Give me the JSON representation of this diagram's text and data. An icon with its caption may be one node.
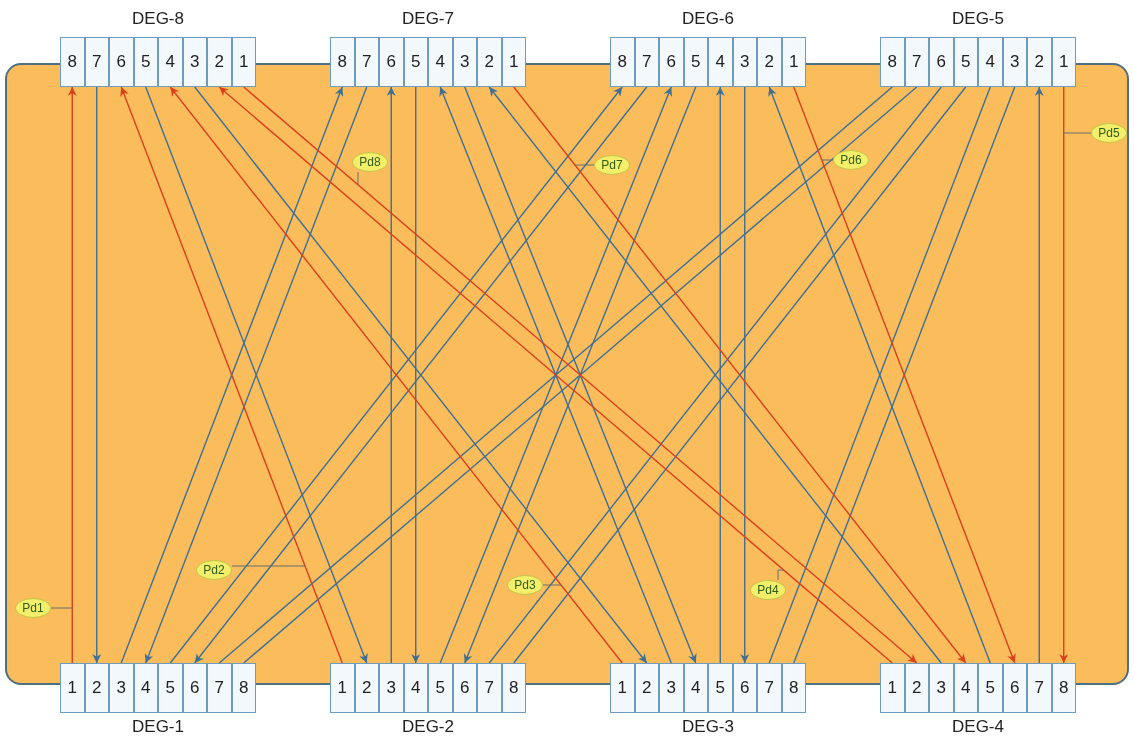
{
  "diagram": {
    "nodes": [
      {
        "text": [
          "DEG-8"
        ]
      },
      {
        "text": [
          "8"
        ],
        "in": 0
      },
      {
        "text": [
          "7"
        ],
        "in": 0
      },
      {
        "text": [
          "6"
        ],
        "in": 0
      },
      {
        "text": [
          "5"
        ],
        "in": 0
      },
      {
        "text": [
          "4"
        ],
        "in": 0
      },
      {
        "text": [
          "3"
        ],
        "in": 0
      },
      {
        "text": [
          "2"
        ],
        "in": 0
      },
      {
        "text": [
          "1"
        ],
        "in": 0
      },
      {
        "text": [
          "DEG-7"
        ]
      },
      {
        "text": [
          "8"
        ],
        "in": 9
      },
      {
        "text": [
          "7"
        ],
        "in": 9
      },
      {
        "text": [
          "6"
        ],
        "in": 9
      },
      {
        "text": [
          "5"
        ],
        "in": 9
      },
      {
        "text": [
          "4"
        ],
        "in": 9
      },
      {
        "text": [
          "3"
        ],
        "in": 9
      },
      {
        "text": [
          "2"
        ],
        "in": 9
      },
      {
        "text": [
          "1"
        ],
        "in": 9
      },
      {
        "text": [
          "DEG-6"
        ]
      },
      {
        "text": [
          "8"
        ],
        "in": 18
      },
      {
        "text": [
          "7"
        ],
        "in": 18
      },
      {
        "text": [
          "6"
        ],
        "in": 18
      },
      {
        "text": [
          "5"
        ],
        "in": 18
      },
      {
        "text": [
          "4"
        ],
        "in": 18
      },
      {
        "text": [
          "3"
        ],
        "in": 18
      },
      {
        "text": [
          "2"
        ],
        "in": 18
      },
      {
        "text": [
          "1"
        ],
        "in": 18
      },
      {
        "text": [
          "DEG-5"
        ]
      },
      {
        "text": [
          "8"
        ],
        "in": 27
      },
      {
        "text": [
          "7"
        ],
        "in": 27
      },
      {
        "text": [
          "6"
        ],
        "in": 27
      },
      {
        "text": [
          "5"
        ],
        "in": 27
      },
      {
        "text": [
          "4"
        ],
        "in": 27
      },
      {
        "text": [
          "3"
        ],
        "in": 27
      },
      {
        "text": [
          "2"
        ],
        "in": 27
      },
      {
        "text": [
          "1"
        ],
        "in": 27
      },
      {
        "text": [
          "Pd8"
        ]
      },
      {
        "text": [
          "Pd7"
        ]
      },
      {
        "text": [
          "Pd6"
        ]
      },
      {
        "text": [
          "Pd5"
        ]
      },
      {
        "text": [
          "Pd1"
        ]
      },
      {
        "text": [
          "Pd2"
        ]
      },
      {
        "text": [
          "Pd3"
        ]
      },
      {
        "text": [
          "Pd4"
        ]
      },
      {
        "text": [
          "DEG-1"
        ]
      },
      {
        "text": [
          "1"
        ],
        "in": 44
      },
      {
        "text": [
          "2"
        ],
        "in": 44
      },
      {
        "text": [
          "3"
        ],
        "in": 44
      },
      {
        "text": [
          "4"
        ],
        "in": 44
      },
      {
        "text": [
          "5"
        ],
        "in": 44
      },
      {
        "text": [
          "6"
        ],
        "in": 44
      },
      {
        "text": [
          "7"
        ],
        "in": 44
      },
      {
        "text": [
          "8"
        ],
        "in": 44
      },
      {
        "text": [
          "DEG-2"
        ]
      },
      {
        "text": [
          "1"
        ],
        "in": 53
      },
      {
        "text": [
          "2"
        ],
        "in": 53
      },
      {
        "text": [
          "3"
        ],
        "in": 53
      },
      {
        "text": [
          "4"
        ],
        "in": 53
      },
      {
        "text": [
          "5"
        ],
        "in": 53
      },
      {
        "text": [
          "6"
        ],
        "in": 53
      },
      {
        "text": [
          "7"
        ],
        "in": 53
      },
      {
        "text": [
          "8"
        ],
        "in": 53
      },
      {
        "text": [
          "DEG-3"
        ]
      },
      {
        "text": [
          "1"
        ],
        "in": 62
      },
      {
        "text": [
          "2"
        ],
        "in": 62
      },
      {
        "text": [
          "3"
        ],
        "in": 62
      },
      {
        "text": [
          "4"
        ],
        "in": 62
      },
      {
        "text": [
          "5"
        ],
        "in": 62
      },
      {
        "text": [
          "6"
        ],
        "in": 62
      },
      {
        "text": [
          "7"
        ],
        "in": 62
      },
      {
        "text": [
          "8"
        ],
        "in": 62
      },
      {
        "text": [
          "DEG-4"
        ]
      },
      {
        "text": [
          "1"
        ],
        "in": 71
      },
      {
        "text": [
          "2"
        ],
        "in": 71
      },
      {
        "text": [
          "3"
        ],
        "in": 71
      },
      {
        "text": [
          "4"
        ],
        "in": 71
      },
      {
        "text": [
          "5"
        ],
        "in": 71
      },
      {
        "text": [
          "6"
        ],
        "in": 71
      },
      {
        "text": [
          "7"
        ],
        "in": 71
      },
      {
        "text": [
          "8"
        ],
        "in": 71
      }
    ],
    "edges": [
      {
        "from": 45,
        "to": 1,
        "arrow": "to",
        "color": "#d9401c"
      },
      {
        "from": 2,
        "to": 46,
        "arrow": "to"
      },
      {
        "from": 47,
        "to": 10,
        "arrow": "to"
      },
      {
        "from": 11,
        "to": 48,
        "arrow": "to"
      },
      {
        "from": 49,
        "to": 19,
        "arrow": "to"
      },
      {
        "from": 20,
        "to": 50,
        "arrow": "to"
      },
      {
        "from": 51,
        "to": 28,
        "arrow": "none"
      },
      {
        "from": 29,
        "to": 52,
        "arrow": "none"
      },
      {
        "from": 54,
        "to": 3,
        "arrow": "to",
        "color": "#d9401c"
      },
      {
        "from": 4,
        "to": 55,
        "arrow": "to"
      },
      {
        "from": 56,
        "to": 12,
        "arrow": "to"
      },
      {
        "from": 13,
        "to": 57,
        "arrow": "to"
      },
      {
        "from": 58,
        "to": 21,
        "arrow": "to"
      },
      {
        "from": 22,
        "to": 59,
        "arrow": "to"
      },
      {
        "from": 60,
        "to": 30,
        "arrow": "none"
      },
      {
        "from": 31,
        "to": 61,
        "arrow": "none"
      },
      {
        "from": 63,
        "to": 5,
        "arrow": "to",
        "color": "#d9401c"
      },
      {
        "from": 6,
        "to": 64,
        "arrow": "to"
      },
      {
        "from": 65,
        "to": 14,
        "arrow": "to"
      },
      {
        "from": 15,
        "to": 66,
        "arrow": "to"
      },
      {
        "from": 67,
        "to": 23,
        "arrow": "to"
      },
      {
        "from": 24,
        "to": 68,
        "arrow": "to"
      },
      {
        "from": 69,
        "to": 32,
        "arrow": "none"
      },
      {
        "from": 33,
        "to": 70,
        "arrow": "none"
      },
      {
        "from": 72,
        "to": 7,
        "arrow": "to",
        "color": "#d9401c"
      },
      {
        "from": 8,
        "to": 73,
        "arrow": "to",
        "color": "#d9401c"
      },
      {
        "from": 74,
        "to": 16,
        "arrow": "to"
      },
      {
        "from": 17,
        "to": 75,
        "arrow": "to",
        "color": "#d9401c"
      },
      {
        "from": 76,
        "to": 25,
        "arrow": "to"
      },
      {
        "from": 26,
        "to": 77,
        "arrow": "to",
        "color": "#d9401c"
      },
      {
        "from": 78,
        "to": 34,
        "arrow": "to"
      },
      {
        "from": 35,
        "to": 79,
        "arrow": "to",
        "color": "#d9401c"
      },
      {
        "from": 36,
        "to": null,
        "arrow": "none"
      },
      {
        "from": 37,
        "to": null,
        "arrow": "none"
      },
      {
        "from": 38,
        "to": null,
        "arrow": "none"
      },
      {
        "from": 39,
        "to": null,
        "arrow": "none"
      },
      {
        "from": 40,
        "to": null,
        "arrow": "none"
      },
      {
        "from": 41,
        "to": null,
        "arrow": "none"
      },
      {
        "from": 42,
        "to": null,
        "arrow": "none"
      },
      {
        "from": 43,
        "to": null,
        "arrow": "none"
      }
    ]
  }
}
